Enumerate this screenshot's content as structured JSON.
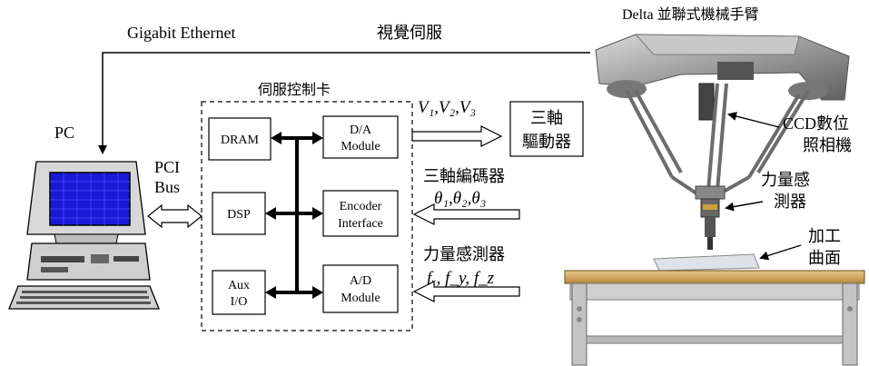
{
  "labels": {
    "gigabit": "Gigabit Ethernet",
    "visual_servo": "視覺伺服",
    "delta_title": "Delta 並聯式機械手臂",
    "pc": "PC",
    "pci_1": "PCI",
    "pci_2": "Bus",
    "servo_card": "伺服控制卡",
    "dram": "DRAM",
    "dsp": "DSP",
    "aux_1": "Aux",
    "aux_2": "I/O",
    "da_1": "D/A",
    "da_2": "Module",
    "enc_1": "Encoder",
    "enc_2": "Interface",
    "ad_1": "A/D",
    "ad_2": "Module",
    "volt": "V₁,V₂,V₃",
    "drive_1": "三軸",
    "drive_2": "驅動器",
    "encoder_title": "三軸編碼器",
    "theta": "θ₁,θ₂,θ₃",
    "force_title": "力量感測器",
    "force_vals": "fₓ, f_y, f_z",
    "ccd_1": "CCD數位",
    "ccd_2": "照相機",
    "fsens_1": "力量感",
    "fsens_2": "測器",
    "work_1": "加工",
    "work_2": "曲面"
  }
}
